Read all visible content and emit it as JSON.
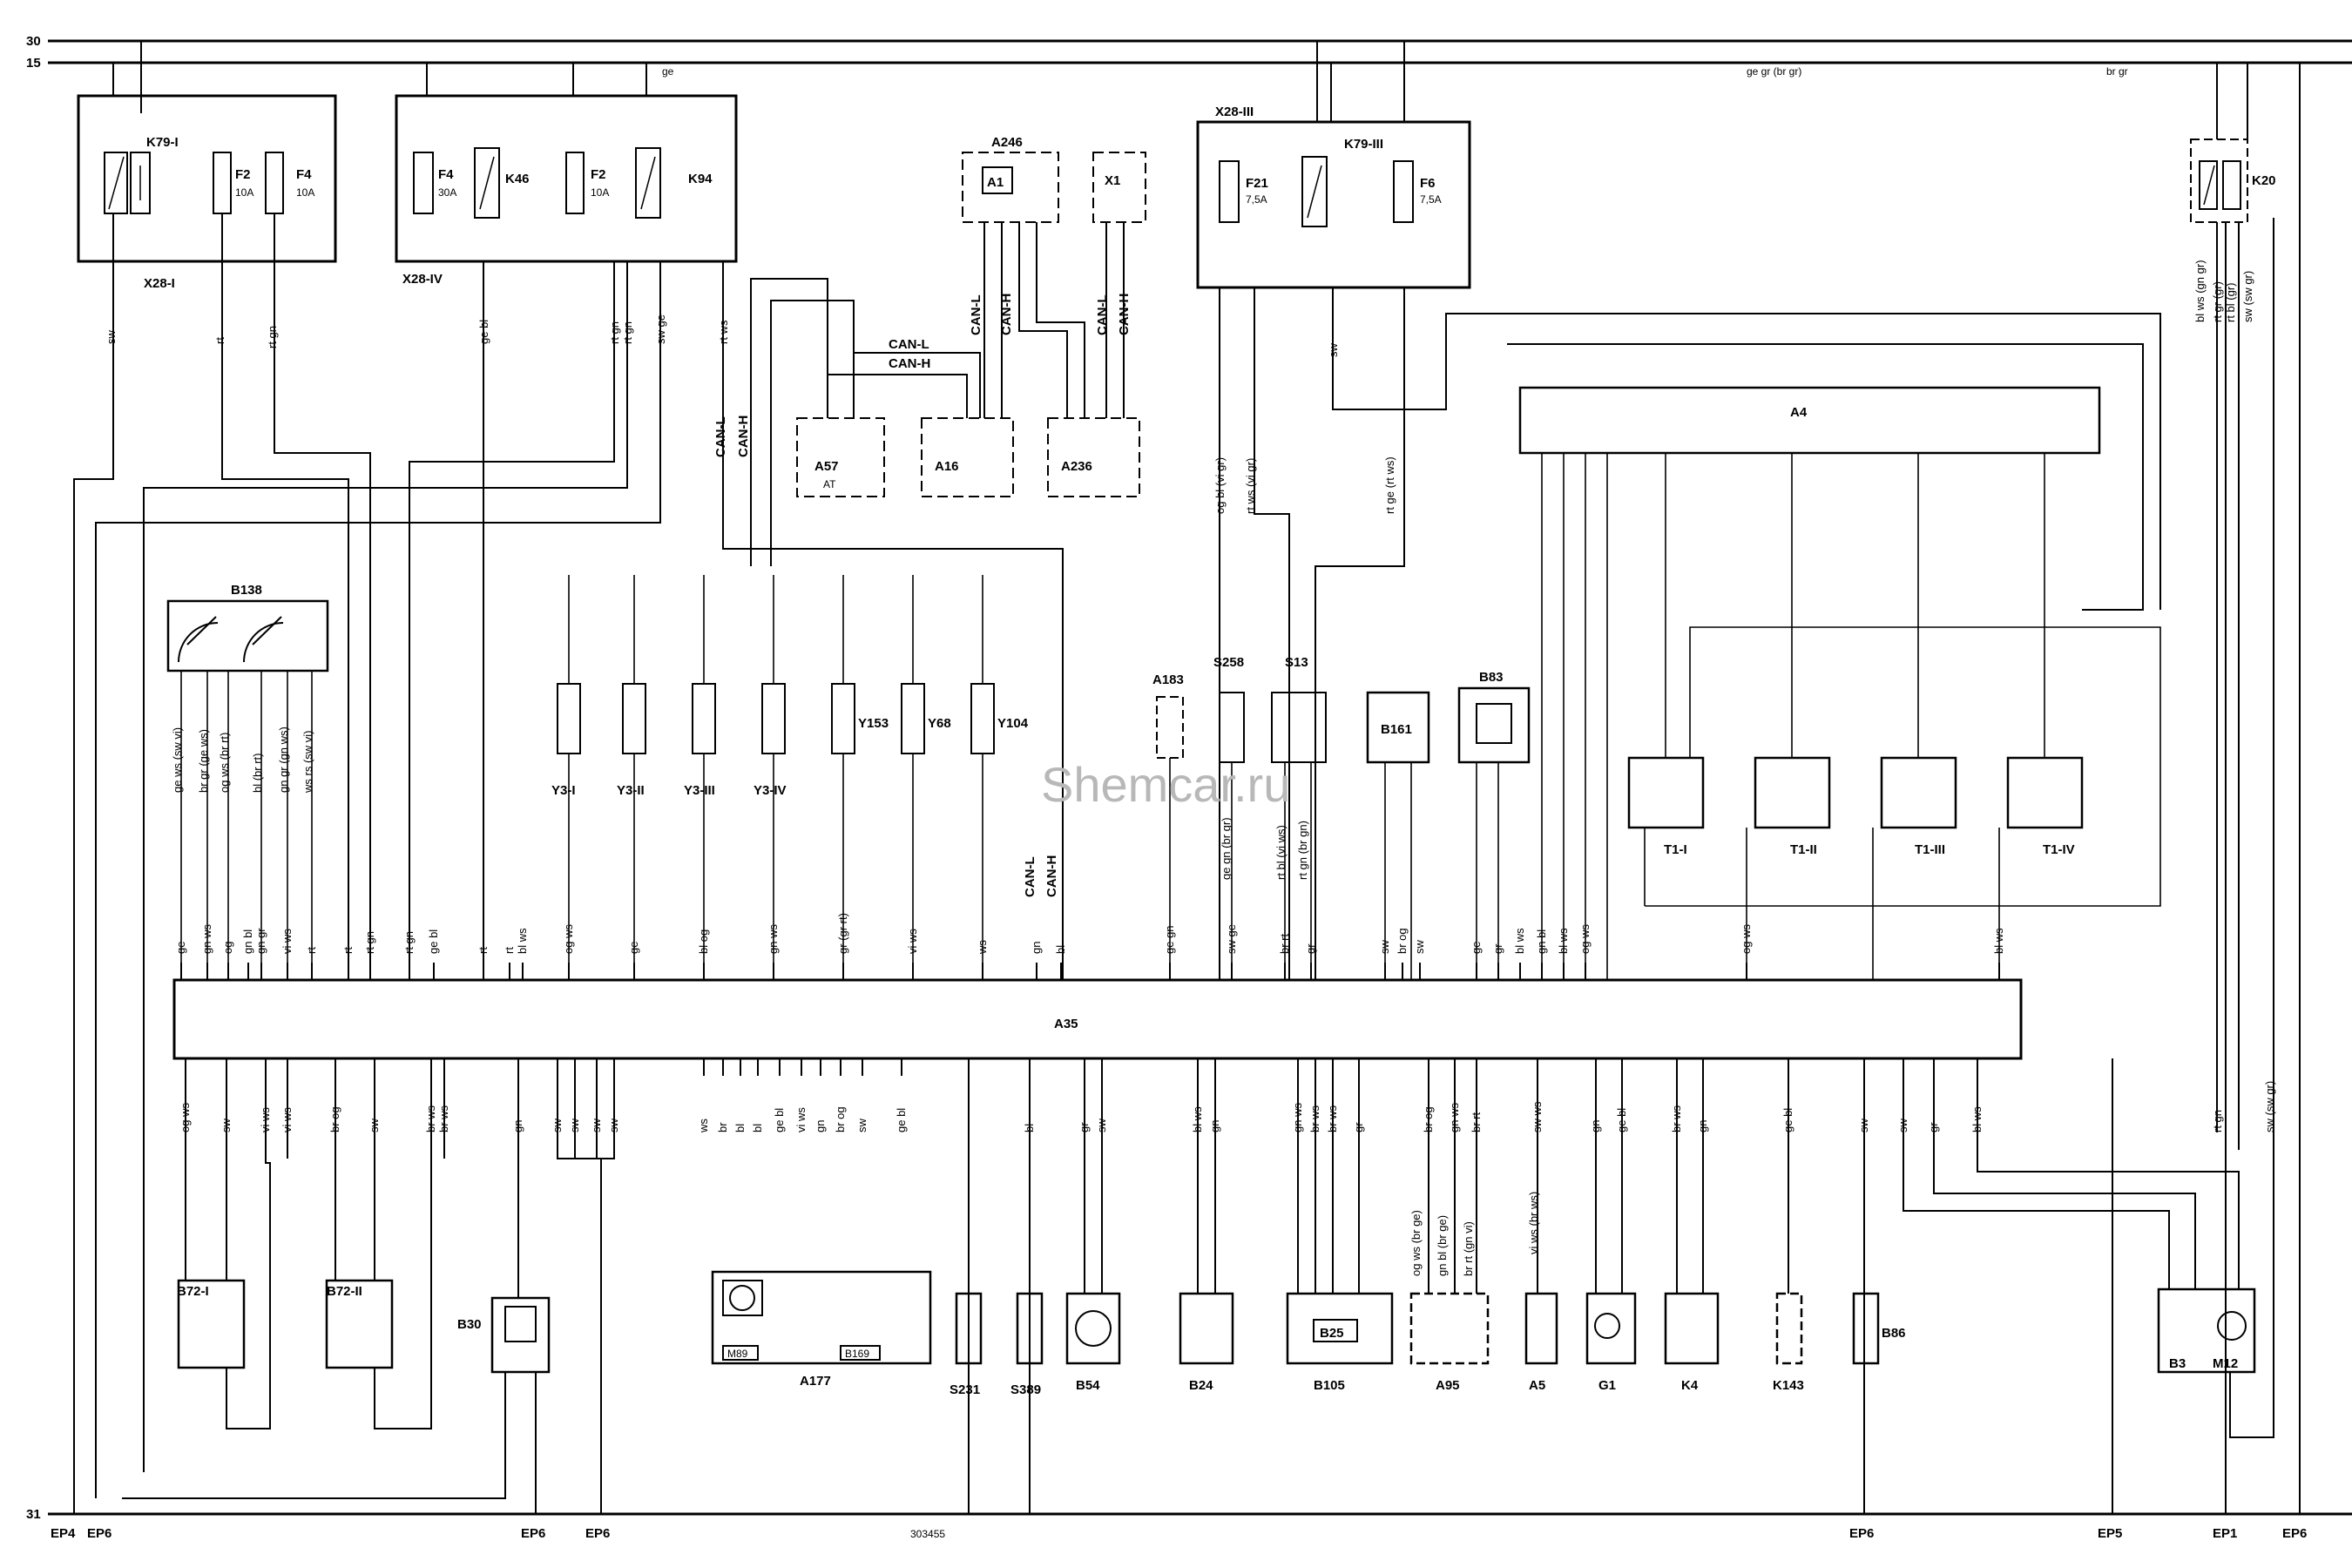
{
  "rails": {
    "t30": "30",
    "t15": "15",
    "t31": "31"
  },
  "fuse_boxes": [
    {
      "id": "X28-I",
      "parts": [
        "K79-I",
        "F2",
        "F4"
      ],
      "ratings": [
        "10A",
        "10A"
      ]
    },
    {
      "id": "X28-IV",
      "parts": [
        "F4",
        "K46",
        "F2",
        "K94"
      ],
      "ratings": [
        "30A",
        "10A"
      ]
    },
    {
      "id": "X28-III",
      "parts": [
        "F21",
        "K79-III",
        "F6"
      ],
      "ratings": [
        "7,5A",
        "7,5A"
      ]
    },
    {
      "id": "K20"
    }
  ],
  "modules": {
    "a246": {
      "id": "A246",
      "inner": "A1"
    },
    "x1": "X1",
    "a4": "A4",
    "a35": "A35",
    "a57": {
      "id": "A57",
      "sub": "AT"
    },
    "a16": "A16",
    "a236": "A236"
  },
  "components": {
    "b138": "B138",
    "a183": "A183",
    "s258": "S258",
    "s13": "S13",
    "b161": "B161",
    "b83": "B83",
    "y3_1": "Y3-I",
    "y3_2": "Y3-II",
    "y3_3": "Y3-III",
    "y3_4": "Y3-IV",
    "y153": "Y153",
    "y68": "Y68",
    "y104": "Y104",
    "t1_1": "T1-I",
    "t1_2": "T1-II",
    "t1_3": "T1-III",
    "t1_4": "T1-IV",
    "b72_1": "B72-I",
    "b72_2": "B72-II",
    "b30": "B30",
    "a177": "A177",
    "m89": "M89",
    "b169": "B169",
    "s231": "S231",
    "s389": "S389",
    "b54": "B54",
    "b24": "B24",
    "b105": "B105",
    "b25": "B25",
    "a95": "A95",
    "a5": "A5",
    "g1": "G1",
    "k4": "K4",
    "k143": "K143",
    "b86": "B86",
    "b3": "B3",
    "m12": "M12"
  },
  "bus": {
    "can_l": "CAN-L",
    "can_h": "CAN-H"
  },
  "wire_colors": {
    "top": [
      "ge",
      "ge gr (br gr)",
      "br gr"
    ],
    "x28i": [
      "sw",
      "rt",
      "rt gn"
    ],
    "x28iv": [
      "ge bl",
      "rt gn",
      "rt gn",
      "sw ge",
      "rt ws"
    ],
    "x28iii": [
      "og bl (vi gr)",
      "rt ws (vi gr)",
      "sw",
      "rt ge (rt ws)"
    ],
    "k20": [
      "bl ws (gn gr)",
      "rt gr (gr)",
      "rt bl (gr)",
      "sw (sw gr)",
      "rt gn",
      "sw (sw gr)"
    ],
    "a35_top": [
      "ge",
      "gn ws",
      "og",
      "gn bl",
      "gn gr",
      "vi ws",
      "rt",
      "rt",
      "rt gn",
      "rt gn",
      "ge bl",
      "rt",
      "rt",
      "bl ws",
      "og ws",
      "ge",
      "bl og",
      "gn ws",
      "gr (gr rt)",
      "vi ws",
      "ws",
      "gn",
      "bl",
      "ge gn",
      "sw ge",
      "br rt",
      "gr",
      "sw",
      "br og",
      "sw",
      "ge",
      "gr",
      "bl ws",
      "gn bl",
      "bl ws",
      "og ws",
      "og ws",
      "bl ws"
    ],
    "a35_bottom": [
      "og ws",
      "sw",
      "vi ws",
      "vi ws",
      "br og",
      "sw",
      "br ws",
      "br ws",
      "gn",
      "sw",
      "sw",
      "sw",
      "sw",
      "ws",
      "br",
      "bl",
      "bl",
      "ge bl",
      "vi ws",
      "gn",
      "br og",
      "sw",
      "ge bl",
      "bl",
      "gr",
      "sw",
      "bl ws",
      "gn",
      "gn ws",
      "br ws",
      "br ws",
      "gr",
      "br og",
      "gn ws",
      "br rt",
      "sw ws",
      "gn",
      "ge bl",
      "br ws",
      "gn",
      "ge bl",
      "sw",
      "sw",
      "gr",
      "bl ws"
    ],
    "b138": [
      "ge ws (sw vi)",
      "br gr (ge ws)",
      "og ws (br rt)",
      "bl (br rt)",
      "gn gr (gn ws)",
      "ws rs (sw vi)"
    ],
    "a95": [
      "og ws (br ge)",
      "gn bl (br ge)",
      "br rt (gn vi)"
    ],
    "a5": "vi ws (br ws)",
    "s258_s13": [
      "ge gn (br gr)",
      "rt bl (vi ws)",
      "rt gn (br gn)"
    ]
  },
  "grounds": {
    "ep4": "EP4",
    "ep6": "EP6",
    "ep5": "EP5",
    "ep1": "EP1"
  },
  "watermark": "Shemcar.ru",
  "doc_number": "303455"
}
